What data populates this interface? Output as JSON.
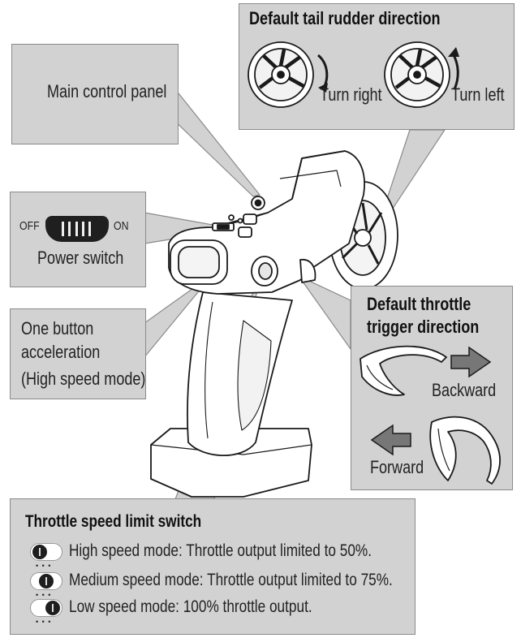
{
  "labels": {
    "main_control_panel": "Main control panel",
    "power_switch": "Power switch",
    "power_off": "OFF",
    "power_on": "ON",
    "one_button_line1": "One button",
    "one_button_line2": "acceleration",
    "one_button_line3": "(High speed mode)"
  },
  "tail_rudder": {
    "title": "Default tail rudder direction",
    "turn_right": "Turn right",
    "turn_left": "Turn left"
  },
  "throttle_trigger": {
    "title_line1": "Default throttle",
    "title_line2": "trigger direction",
    "backward": "Backward",
    "forward": "Forward"
  },
  "speed_limit": {
    "title": "Throttle speed limit switch",
    "items": [
      {
        "text": "High speed mode: Throttle output limited to 50%.",
        "knob": "left"
      },
      {
        "text": "Medium speed mode: Throttle output limited to 75%.",
        "knob": "middle"
      },
      {
        "text": "Low speed mode: 100% throttle output.",
        "knob": "right"
      }
    ]
  },
  "colors": {
    "callout_fill": "#d2d2d2",
    "callout_border": "#8a8a8a",
    "ink": "#222222"
  }
}
